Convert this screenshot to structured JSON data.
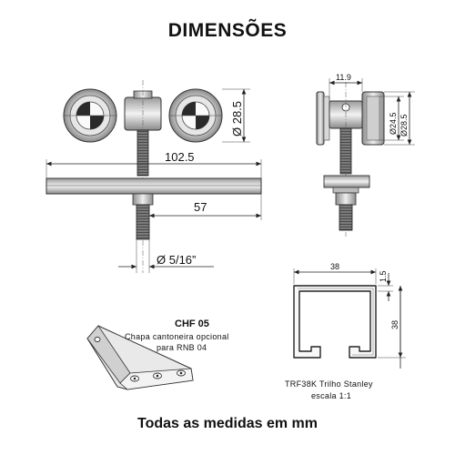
{
  "title": "DIMENSÕES",
  "footer": "Todas as medidas em mm",
  "front_view": {
    "dim_height": "Ø 28.5",
    "dim_width": "102.5",
    "dim_stem": "57",
    "dim_thread": "Ø 5/16”"
  },
  "side_view": {
    "dim_width": "11.9",
    "dim_d1": "Ø24.5",
    "dim_d2": "Ø28.5"
  },
  "bracket": {
    "code": "CHF 05",
    "desc_line1": "Chapa cantoneira opcional",
    "desc_line2": "para RNB 04"
  },
  "rail": {
    "dim_width": "38",
    "dim_thickness": "1.5",
    "dim_height": "38",
    "caption_line1": "TRF38K Trilho Stanley",
    "caption_line2": "escala 1:1"
  }
}
